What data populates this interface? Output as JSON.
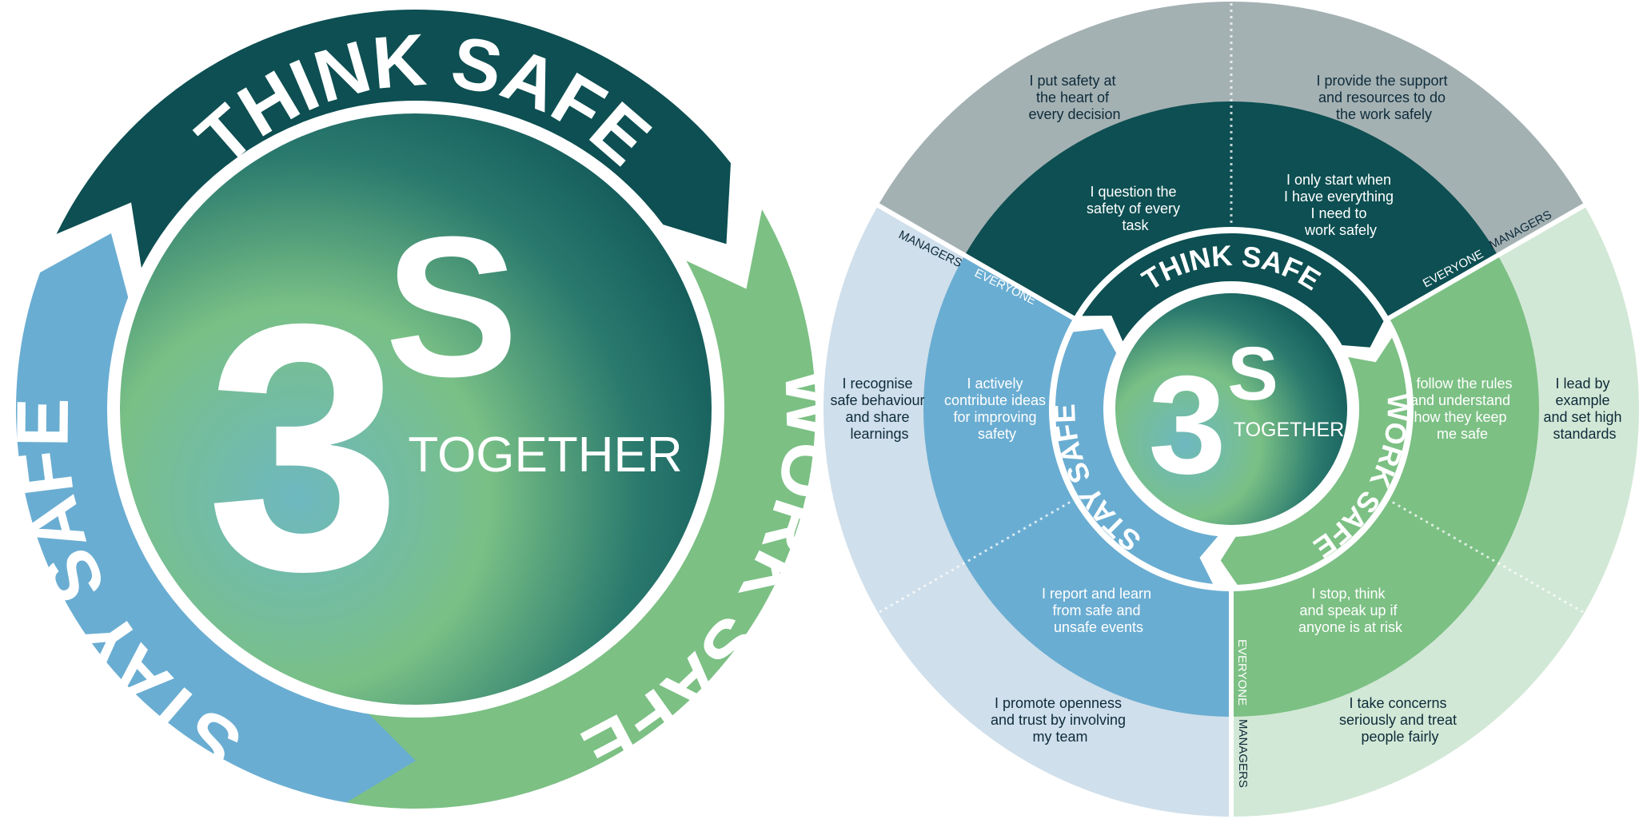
{
  "left_diagram": {
    "center_number": "3",
    "center_superscript": "S",
    "center_word": "TOGETHER",
    "arc_top": "THINK SAFE",
    "arc_right": "WORK SAFE",
    "arc_left": "STAY SAFE"
  },
  "right_diagram": {
    "center_number": "3",
    "center_superscript": "S",
    "center_word": "TOGETHER",
    "ring_top": "THINK SAFE",
    "ring_right": "WORK SAFE",
    "ring_left": "STAY SAFE",
    "tag_managers": "MANAGERS",
    "tag_everyone": "EVERYONE",
    "everyone_statements": {
      "think_left": [
        "I question the",
        "safety of every",
        "task"
      ],
      "think_right": [
        "I only start when",
        "I have everything",
        "I need to",
        "work safely"
      ],
      "work_top": [
        "I follow the rules",
        "and understand",
        "how they keep",
        "me safe"
      ],
      "work_bottom": [
        "I stop, think",
        "and speak up if",
        "anyone is at risk"
      ],
      "stay_bottom": [
        "I report and learn",
        "from safe and",
        "unsafe events"
      ],
      "stay_top": [
        "I actively",
        "contribute ideas",
        "for improving",
        "safety"
      ]
    },
    "manager_statements": {
      "think_left": [
        "I put safety at",
        "the heart of",
        "every decision"
      ],
      "think_right": [
        "I provide the support",
        "and resources to do",
        "the work safely"
      ],
      "work_top": [
        "I lead by",
        "example",
        "and set high",
        "standards"
      ],
      "work_bottom": [
        "I take concerns",
        "seriously and treat",
        "people fairly"
      ],
      "stay_bottom": [
        "I promote openness",
        "and trust by involving",
        "my team"
      ],
      "stay_top": [
        "I recognise",
        "safe behaviour",
        "and share",
        "learnings"
      ]
    }
  },
  "colors": {
    "think_dark": "#0d4f52",
    "work_green": "#7cc084",
    "stay_blue": "#6aadd2",
    "managers_grey": "#a4b1b3",
    "managers_green": "#d2e8d6",
    "managers_blue": "#cfdfeb",
    "text_dark": "#0e2b3a"
  }
}
